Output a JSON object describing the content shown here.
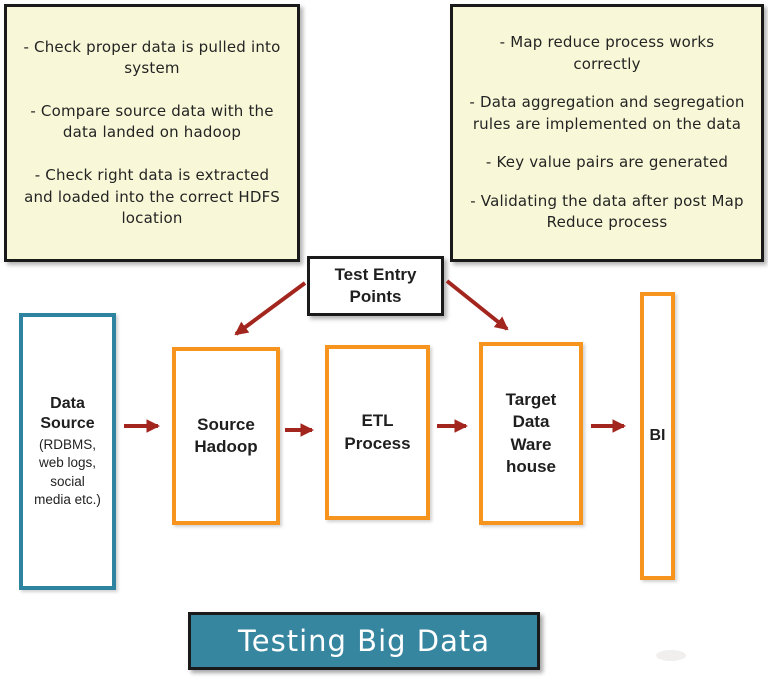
{
  "notes": {
    "left": {
      "items": [
        "- Check proper data is pulled into system",
        "- Compare source data with the data landed on hadoop",
        "- Check right data is extracted and loaded into the correct HDFS location"
      ]
    },
    "right": {
      "items": [
        "- Map reduce process works correctly",
        "- Data aggregation and segregation rules are implemented on the data",
        "- Key value pairs are generated",
        "- Validating the data after post Map Reduce process"
      ]
    }
  },
  "test_entry": {
    "label": "Test Entry\nPoints"
  },
  "flow": {
    "data_source": {
      "title": "Data\nSource",
      "subtitle": "(RDBMS,\nweb logs,\nsocial\nmedia etc.)"
    },
    "source_hadoop": {
      "label": "Source\nHadoop"
    },
    "etl": {
      "label": "ETL\nProcess"
    },
    "target": {
      "label": "Target\nData\nWare\nhouse"
    },
    "bi": {
      "label": "BI"
    }
  },
  "title": {
    "label": "Testing Big Data"
  },
  "colors": {
    "note_fill": "#F8F8D8",
    "box_border_dark": "#1A1A1A",
    "orange_border": "#F7941D",
    "teal_border": "#2E84A0",
    "title_fill": "#37869F",
    "arrow_red": "#A3261E",
    "text_dark": "#1F1F1F"
  }
}
